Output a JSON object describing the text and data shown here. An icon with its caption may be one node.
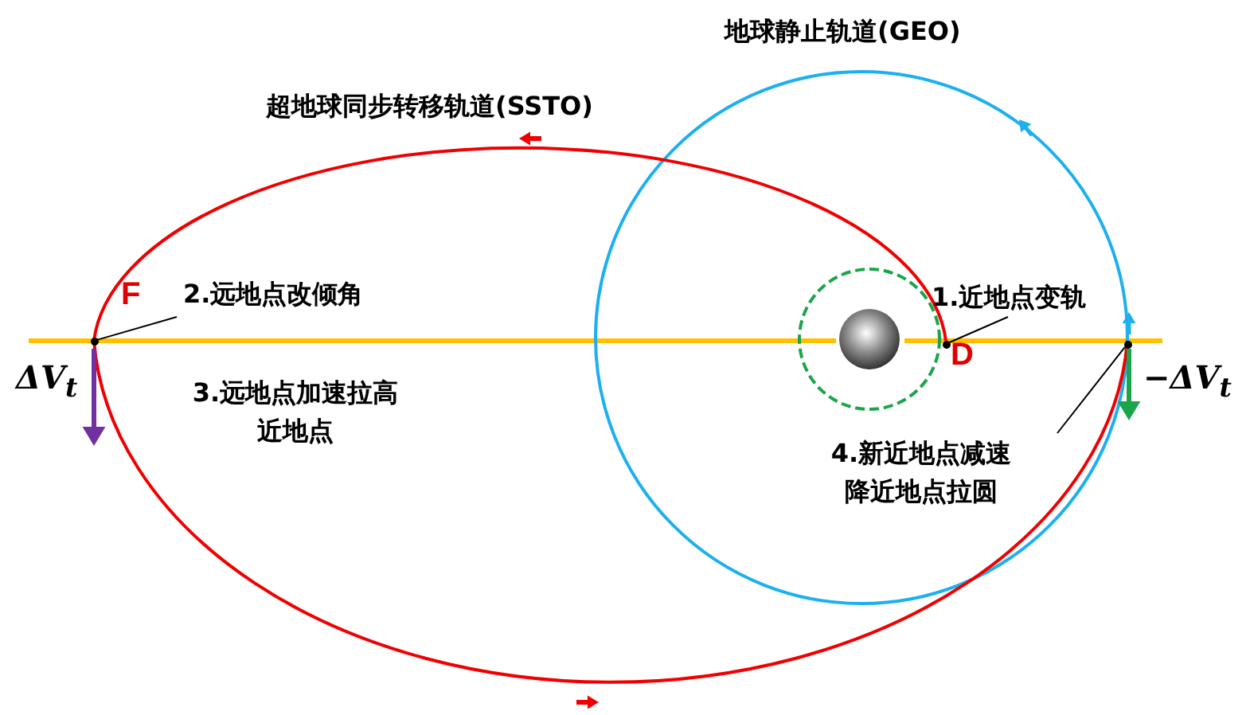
{
  "diagram": {
    "nodes": [
      {
        "text": [
          "2.远地点改倾角"
        ]
      },
      {
        "text": [],
        "shape": "circle",
        "beside": [
          "F"
        ]
      },
      {
        "text": [
          "1.近地点变轨"
        ]
      },
      {
        "text": [],
        "shape": "circle",
        "beside": [
          "D"
        ]
      },
      {
        "text": [
          "4.新近地点减速降近地点拉圆"
        ]
      },
      {
        "text": [],
        "shape": "circle"
      }
    ],
    "edges": [
      {
        "from": 0,
        "to": 1,
        "arrow": "none"
      },
      {
        "from": 2,
        "to": 3,
        "arrow": "none"
      },
      {
        "from": 4,
        "to": 5,
        "arrow": "none"
      }
    ],
    "labels": [
      "地球静止轨道(GEO)",
      "超地球同步转移轨道(SSTO)",
      "ΔV$_{t}$",
      "3.远地点加速拉高近地点",
      "−ΔV$_{t}$"
    ]
  }
}
